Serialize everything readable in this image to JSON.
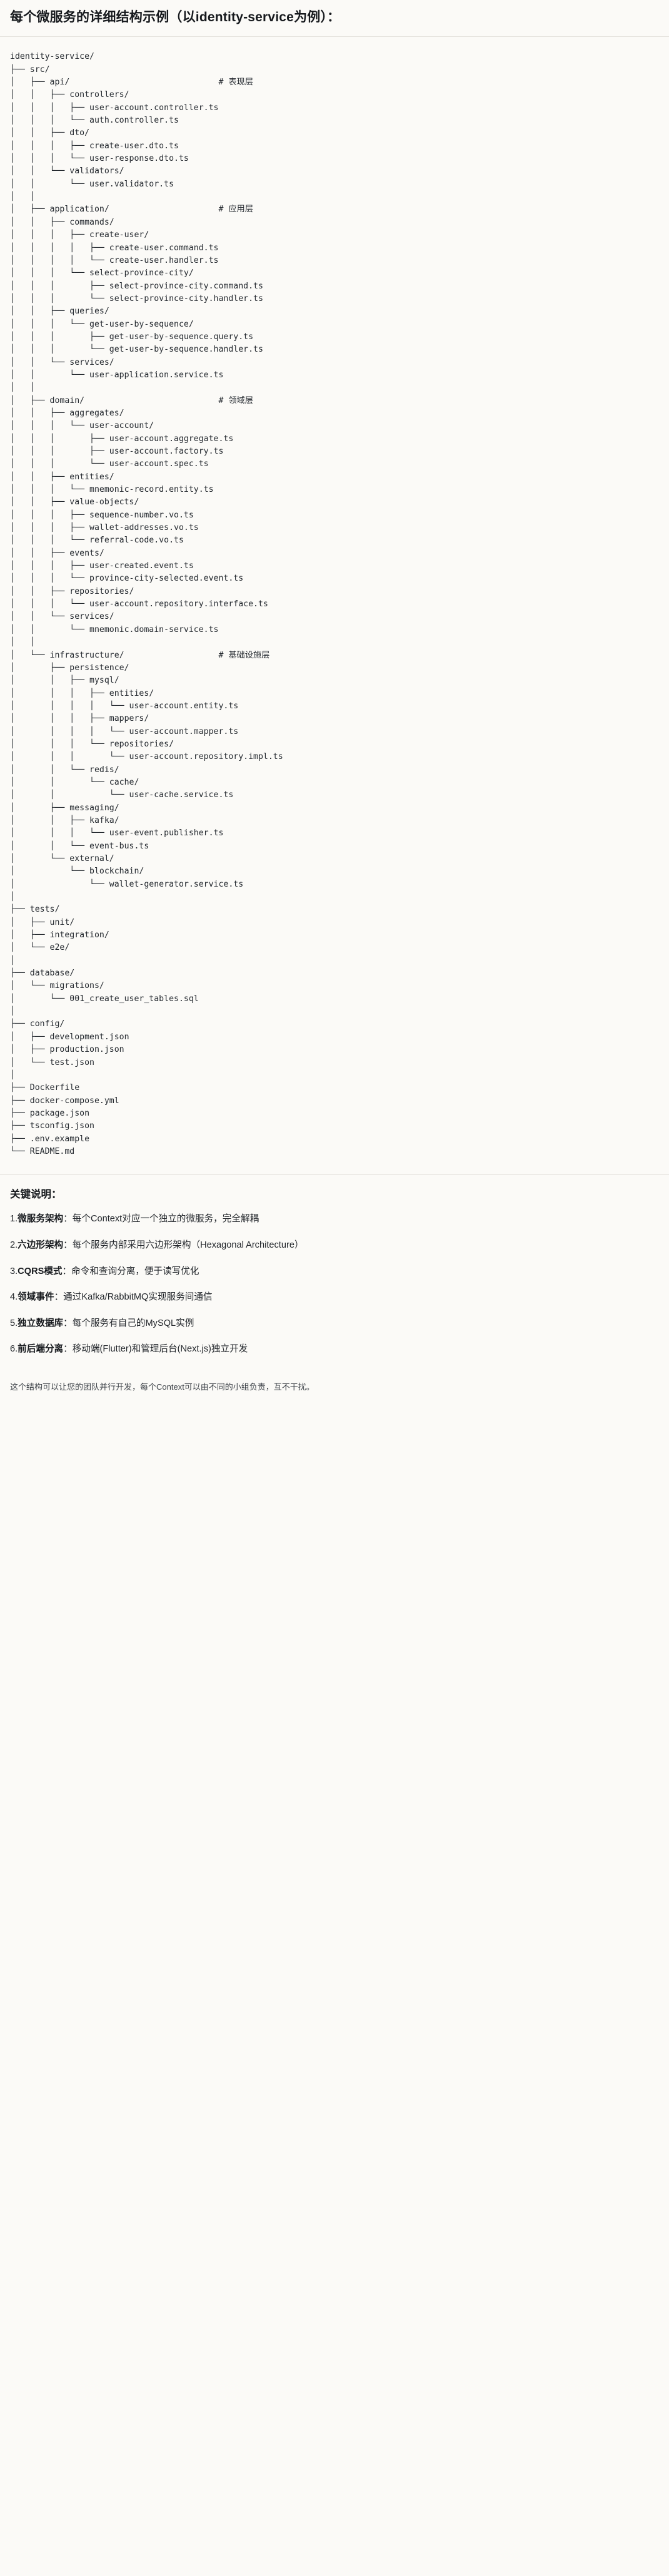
{
  "header": {
    "title": "每个微服务的详细结构示例（以identity-service为例）："
  },
  "tree": {
    "root": "identity-service/",
    "text": "identity-service/\n├── src/\n│   ├── api/                              # 表现层\n│   │   ├── controllers/\n│   │   │   ├── user-account.controller.ts\n│   │   │   └── auth.controller.ts\n│   │   ├── dto/\n│   │   │   ├── create-user.dto.ts\n│   │   │   └── user-response.dto.ts\n│   │   └── validators/\n│   │       └── user.validator.ts\n│   │\n│   ├── application/                      # 应用层\n│   │   ├── commands/\n│   │   │   ├── create-user/\n│   │   │   │   ├── create-user.command.ts\n│   │   │   │   └── create-user.handler.ts\n│   │   │   └── select-province-city/\n│   │   │       ├── select-province-city.command.ts\n│   │   │       └── select-province-city.handler.ts\n│   │   ├── queries/\n│   │   │   └── get-user-by-sequence/\n│   │   │       ├── get-user-by-sequence.query.ts\n│   │   │       └── get-user-by-sequence.handler.ts\n│   │   └── services/\n│   │       └── user-application.service.ts\n│   │\n│   ├── domain/                           # 领域层\n│   │   ├── aggregates/\n│   │   │   └── user-account/\n│   │   │       ├── user-account.aggregate.ts\n│   │   │       ├── user-account.factory.ts\n│   │   │       └── user-account.spec.ts\n│   │   ├── entities/\n│   │   │   └── mnemonic-record.entity.ts\n│   │   ├── value-objects/\n│   │   │   ├── sequence-number.vo.ts\n│   │   │   ├── wallet-addresses.vo.ts\n│   │   │   └── referral-code.vo.ts\n│   │   ├── events/\n│   │   │   ├── user-created.event.ts\n│   │   │   └── province-city-selected.event.ts\n│   │   ├── repositories/\n│   │   │   └── user-account.repository.interface.ts\n│   │   └── services/\n│   │       └── mnemonic.domain-service.ts\n│   │\n│   └── infrastructure/                   # 基础设施层\n│       ├── persistence/\n│       │   ├── mysql/\n│       │   │   ├── entities/\n│       │   │   │   └── user-account.entity.ts\n│       │   │   ├── mappers/\n│       │   │   │   └── user-account.mapper.ts\n│       │   │   └── repositories/\n│       │   │       └── user-account.repository.impl.ts\n│       │   └── redis/\n│       │       └── cache/\n│       │           └── user-cache.service.ts\n│       ├── messaging/\n│       │   ├── kafka/\n│       │   │   └── user-event.publisher.ts\n│       │   └── event-bus.ts\n│       └── external/\n│           └── blockchain/\n│               └── wallet-generator.service.ts\n│\n├── tests/\n│   ├── unit/\n│   ├── integration/\n│   └── e2e/\n│\n├── database/\n│   └── migrations/\n│       └── 001_create_user_tables.sql\n│\n├── config/\n│   ├── development.json\n│   ├── production.json\n│   └── test.json\n│\n├── Dockerfile\n├── docker-compose.yml\n├── package.json\n├── tsconfig.json\n├── .env.example\n└── README.md",
    "layer_comments": [
      "# 表现层",
      "# 应用层",
      "# 领域层",
      "# 基础设施层"
    ]
  },
  "notes": {
    "title": "关键说明：",
    "items": [
      {
        "num": "1.",
        "term": "微服务架构",
        "desc": "：每个Context对应一个独立的微服务，完全解耦"
      },
      {
        "num": "2.",
        "term": "六边形架构",
        "desc": "：每个服务内部采用六边形架构（Hexagonal Architecture）"
      },
      {
        "num": "3.",
        "term": "CQRS模式",
        "desc": "：命令和查询分离，便于读写优化"
      },
      {
        "num": "4.",
        "term": "领域事件",
        "desc": "：通过Kafka/RabbitMQ实现服务间通信"
      },
      {
        "num": "5.",
        "term": "独立数据库",
        "desc": "：每个服务有自己的MySQL实例"
      },
      {
        "num": "6.",
        "term": "前后端分离",
        "desc": "：移动端(Flutter)和管理后台(Next.js)独立开发"
      }
    ]
  },
  "footer": {
    "note": "这个结构可以让您的团队并行开发，每个Context可以由不同的小组负责，互不干扰。"
  }
}
